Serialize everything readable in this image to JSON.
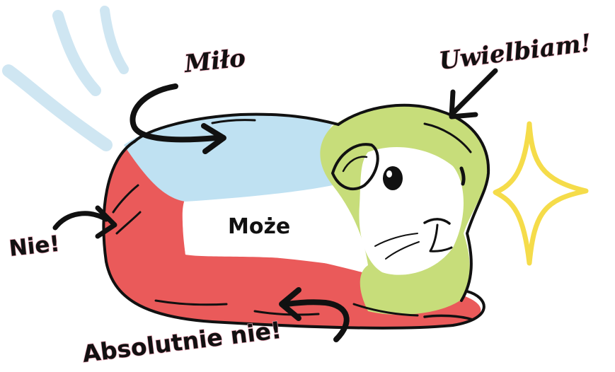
{
  "labels": {
    "pleasant": "Miło",
    "love": "Uwielbiam!",
    "no": "Nie!",
    "maybe": "Może",
    "absolutely_not": "Absolutnie nie!"
  },
  "zone_colors": {
    "pleasant": "#bfe1f2",
    "love": "#c7dd7a",
    "no": "#ea5a5a",
    "maybe": "#ffffff",
    "accent_star": "#f5dc4a",
    "accent_strokes": "#cfe6f2"
  }
}
